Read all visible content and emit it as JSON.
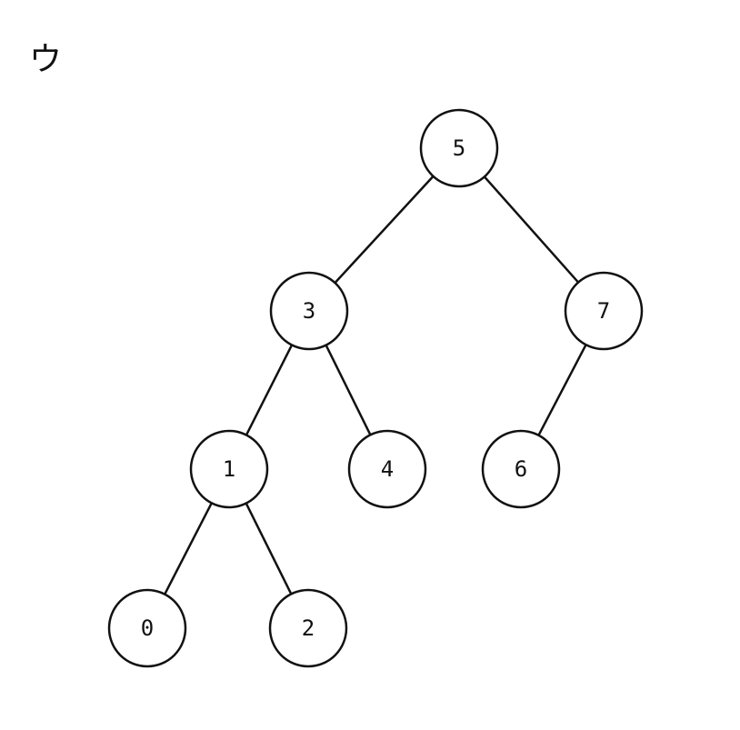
{
  "diagram": {
    "label": "ウ",
    "line_color": "#111111",
    "background": "#ffffff",
    "nodes": [
      {
        "id": "n5",
        "value": "5"
      },
      {
        "id": "n3",
        "value": "3"
      },
      {
        "id": "n7",
        "value": "7"
      },
      {
        "id": "n1",
        "value": "1"
      },
      {
        "id": "n4",
        "value": "4"
      },
      {
        "id": "n6",
        "value": "6"
      },
      {
        "id": "n0",
        "value": "0"
      },
      {
        "id": "n2",
        "value": "2"
      }
    ],
    "edges": [
      {
        "from": "n5",
        "to": "n3"
      },
      {
        "from": "n5",
        "to": "n7"
      },
      {
        "from": "n3",
        "to": "n1"
      },
      {
        "from": "n3",
        "to": "n4"
      },
      {
        "from": "n7",
        "to": "n6"
      },
      {
        "from": "n1",
        "to": "n0"
      },
      {
        "from": "n1",
        "to": "n2"
      }
    ]
  }
}
